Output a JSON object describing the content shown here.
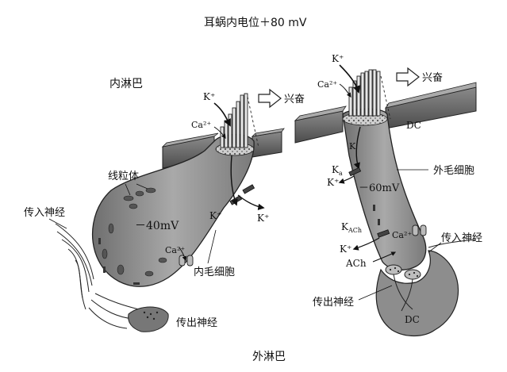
{
  "labels": {
    "top_potential": "耳蜗内电位＋80 mV",
    "endolymph": "内淋巴",
    "perilymph": "外淋巴",
    "excite_left": "兴奋",
    "excite_right": "兴奋",
    "mitochondria": "线粒体",
    "afferent_left": "传入神经",
    "efferent_left": "传出神经",
    "ihc": "内毛细胞",
    "ohc": "外毛细胞",
    "afferent_right": "传入神经",
    "efferent_right": "传出神经",
    "ihc_potential": "－40mV",
    "ohc_potential": "－60mV",
    "dc_top": "DC",
    "dc_bottom": "DC",
    "ach": "ACh"
  },
  "ions": {
    "k": "K",
    "k_plus": "K⁺",
    "ca2": "Ca²⁺",
    "k_sub_a": "a",
    "k_sub_ach": "ACh"
  },
  "colors": {
    "cell_fill": "#8e8e8e",
    "membrane": "#5a5a5a",
    "stroke": "#222222"
  }
}
